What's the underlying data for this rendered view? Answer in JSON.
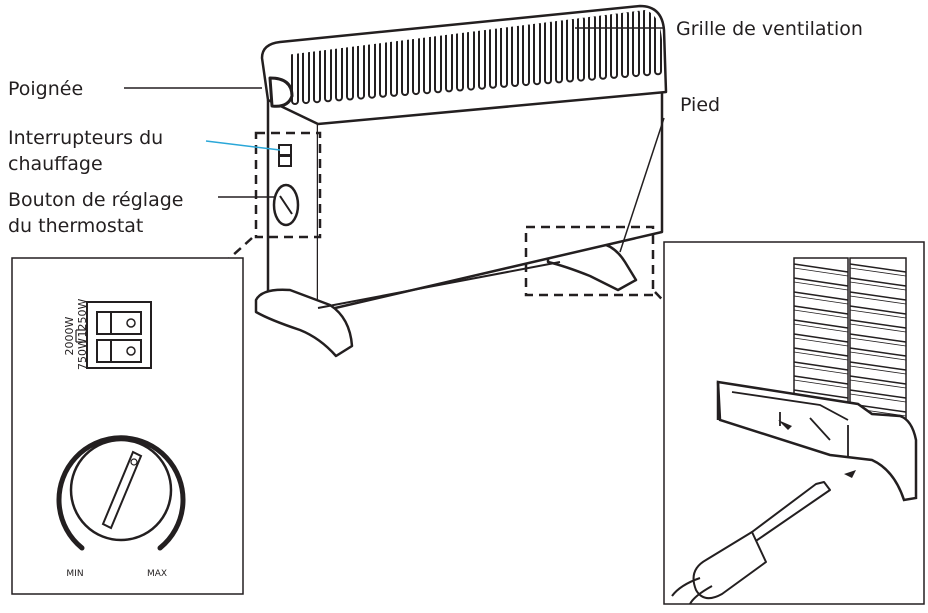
{
  "labels": {
    "grille": "Grille de ventilation",
    "poignee": "Poignée",
    "pied": "Pied",
    "interrupteurs_1": "Interrupteurs du",
    "interrupteurs_2": "chauffage",
    "bouton_1": "Bouton de réglage",
    "bouton_2": "du thermostat"
  },
  "switch_panel": {
    "power_low": "750W",
    "power_high": "1250W",
    "power_total": "2000W"
  },
  "dial": {
    "min": "MIN",
    "max": "MAX"
  },
  "colors": {
    "ink": "#231f20",
    "leader_accent": "#2aa7d8"
  }
}
